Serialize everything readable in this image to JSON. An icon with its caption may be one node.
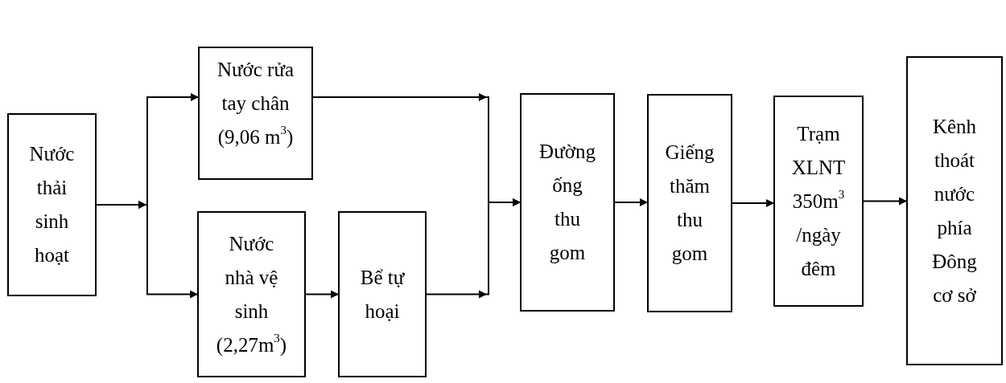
{
  "diagram": {
    "nodes": [
      {
        "text": [
          "Nước thải sinh hoạt"
        ]
      },
      {
        "text": [
          "Nước rửa tay chân (9,06 m$^{3}$)"
        ]
      },
      {
        "text": [
          "Nước nhà vệ sinh (2,27m$^{3}$)"
        ]
      },
      {
        "text": [
          "Bể tự hoại"
        ]
      },
      {
        "text": [
          "Đường ống thu gom"
        ]
      },
      {
        "text": [
          "Giếng thăm thu gom"
        ]
      },
      {
        "text": [
          "Trạm XLNT 350m$^{3}$ /ngày đêm"
        ]
      },
      {
        "text": [
          "Kênh thoát nước phía Đông cơ sở"
        ]
      }
    ],
    "edges": [
      {
        "from": 0,
        "to": 1,
        "arrow": "to"
      },
      {
        "from": 0,
        "to": 2,
        "arrow": "to"
      },
      {
        "from": 1,
        "to": 4,
        "arrow": "to"
      },
      {
        "from": 2,
        "to": 3,
        "arrow": "to"
      },
      {
        "from": 3,
        "to": 4,
        "arrow": "to"
      },
      {
        "from": 4,
        "to": 5,
        "arrow": "to"
      },
      {
        "from": 5,
        "to": 6,
        "arrow": "to"
      },
      {
        "from": 6,
        "to": 7,
        "arrow": "to"
      }
    ]
  }
}
